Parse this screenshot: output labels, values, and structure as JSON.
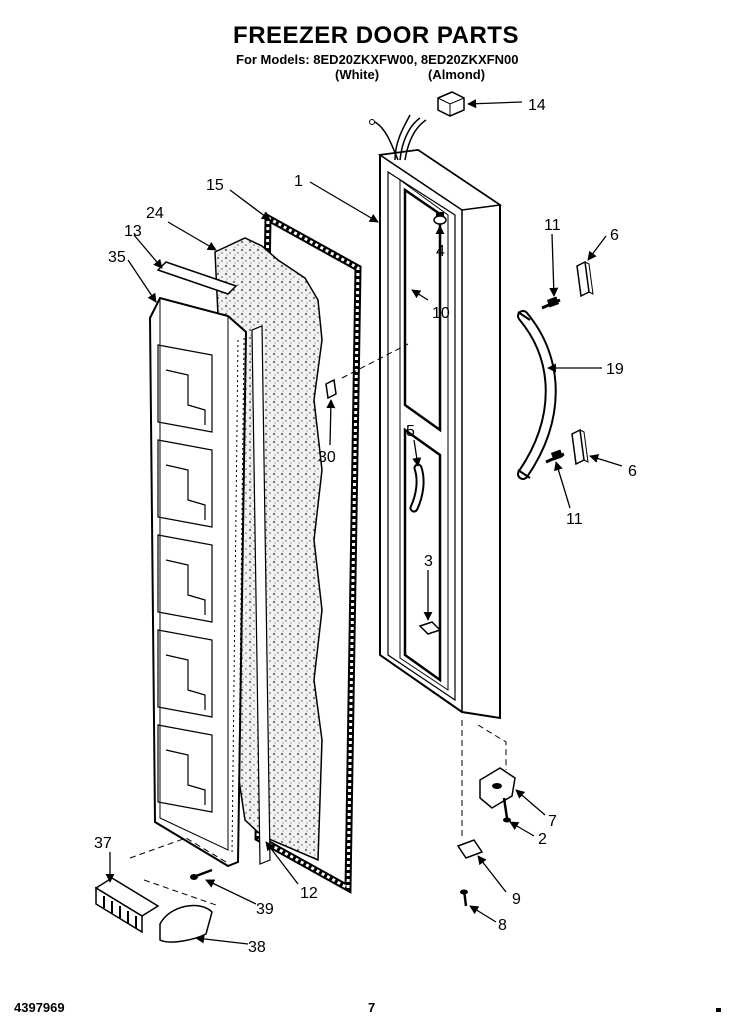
{
  "header": {
    "title": "FREEZER DOOR PARTS",
    "models_line": "For Models: 8ED20ZKXFW00, 8ED20ZKXFN00",
    "variant_white": "(White)",
    "variant_almond": "(Almond)"
  },
  "callouts": {
    "c1": "1",
    "c2": "2",
    "c3": "3",
    "c4": "4",
    "c5": "5",
    "c6a": "6",
    "c6b": "6",
    "c7": "7",
    "c8": "8",
    "c9": "9",
    "c10": "10",
    "c11a": "11",
    "c11b": "11",
    "c12": "12",
    "c13": "13",
    "c14": "14",
    "c15": "15",
    "c19": "19",
    "c24": "24",
    "c30": "30",
    "c35": "35",
    "c37": "37",
    "c38": "38",
    "c39": "39"
  },
  "footer": {
    "doc_number": "4397969",
    "page_number": "7"
  }
}
